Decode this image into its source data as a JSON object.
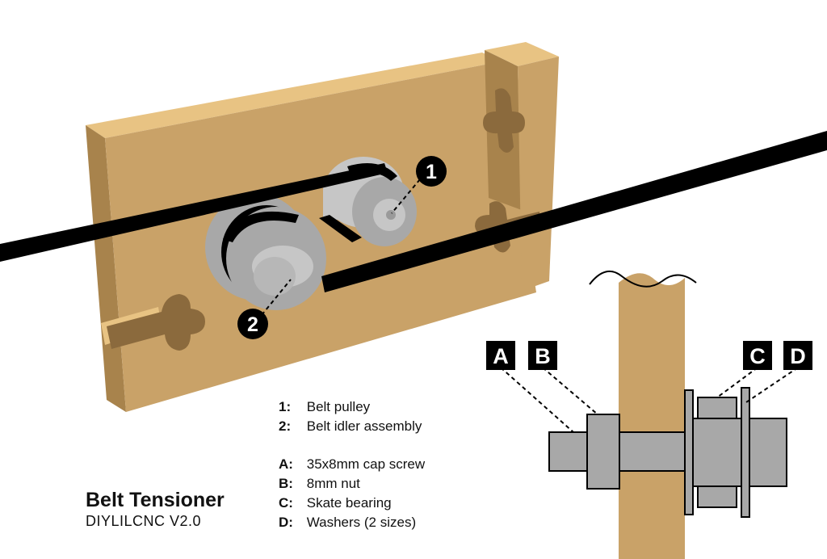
{
  "title": "Belt Tensioner",
  "subtitle": "DIYLILCNC V2.0",
  "callouts": {
    "pulley": "1",
    "idler": "2",
    "a": "A",
    "b": "B",
    "c": "C",
    "d": "D"
  },
  "legend": {
    "parts": [
      {
        "key": "1:",
        "label": "Belt pulley"
      },
      {
        "key": "2:",
        "label": "Belt idler assembly"
      }
    ],
    "hardware": [
      {
        "key": "A:",
        "label": "35x8mm cap screw"
      },
      {
        "key": "B:",
        "label": "8mm nut"
      },
      {
        "key": "C:",
        "label": "Skate bearing"
      },
      {
        "key": "D:",
        "label": "Washers (2 sizes)"
      }
    ]
  },
  "colors": {
    "wood_face": "#c9a268",
    "wood_side": "#a8834c",
    "wood_top": "#e8c383",
    "wood_dark": "#8b6a3d",
    "metal": "#a8a8a8",
    "metal_light": "#c6c6c6",
    "belt": "#000000"
  }
}
